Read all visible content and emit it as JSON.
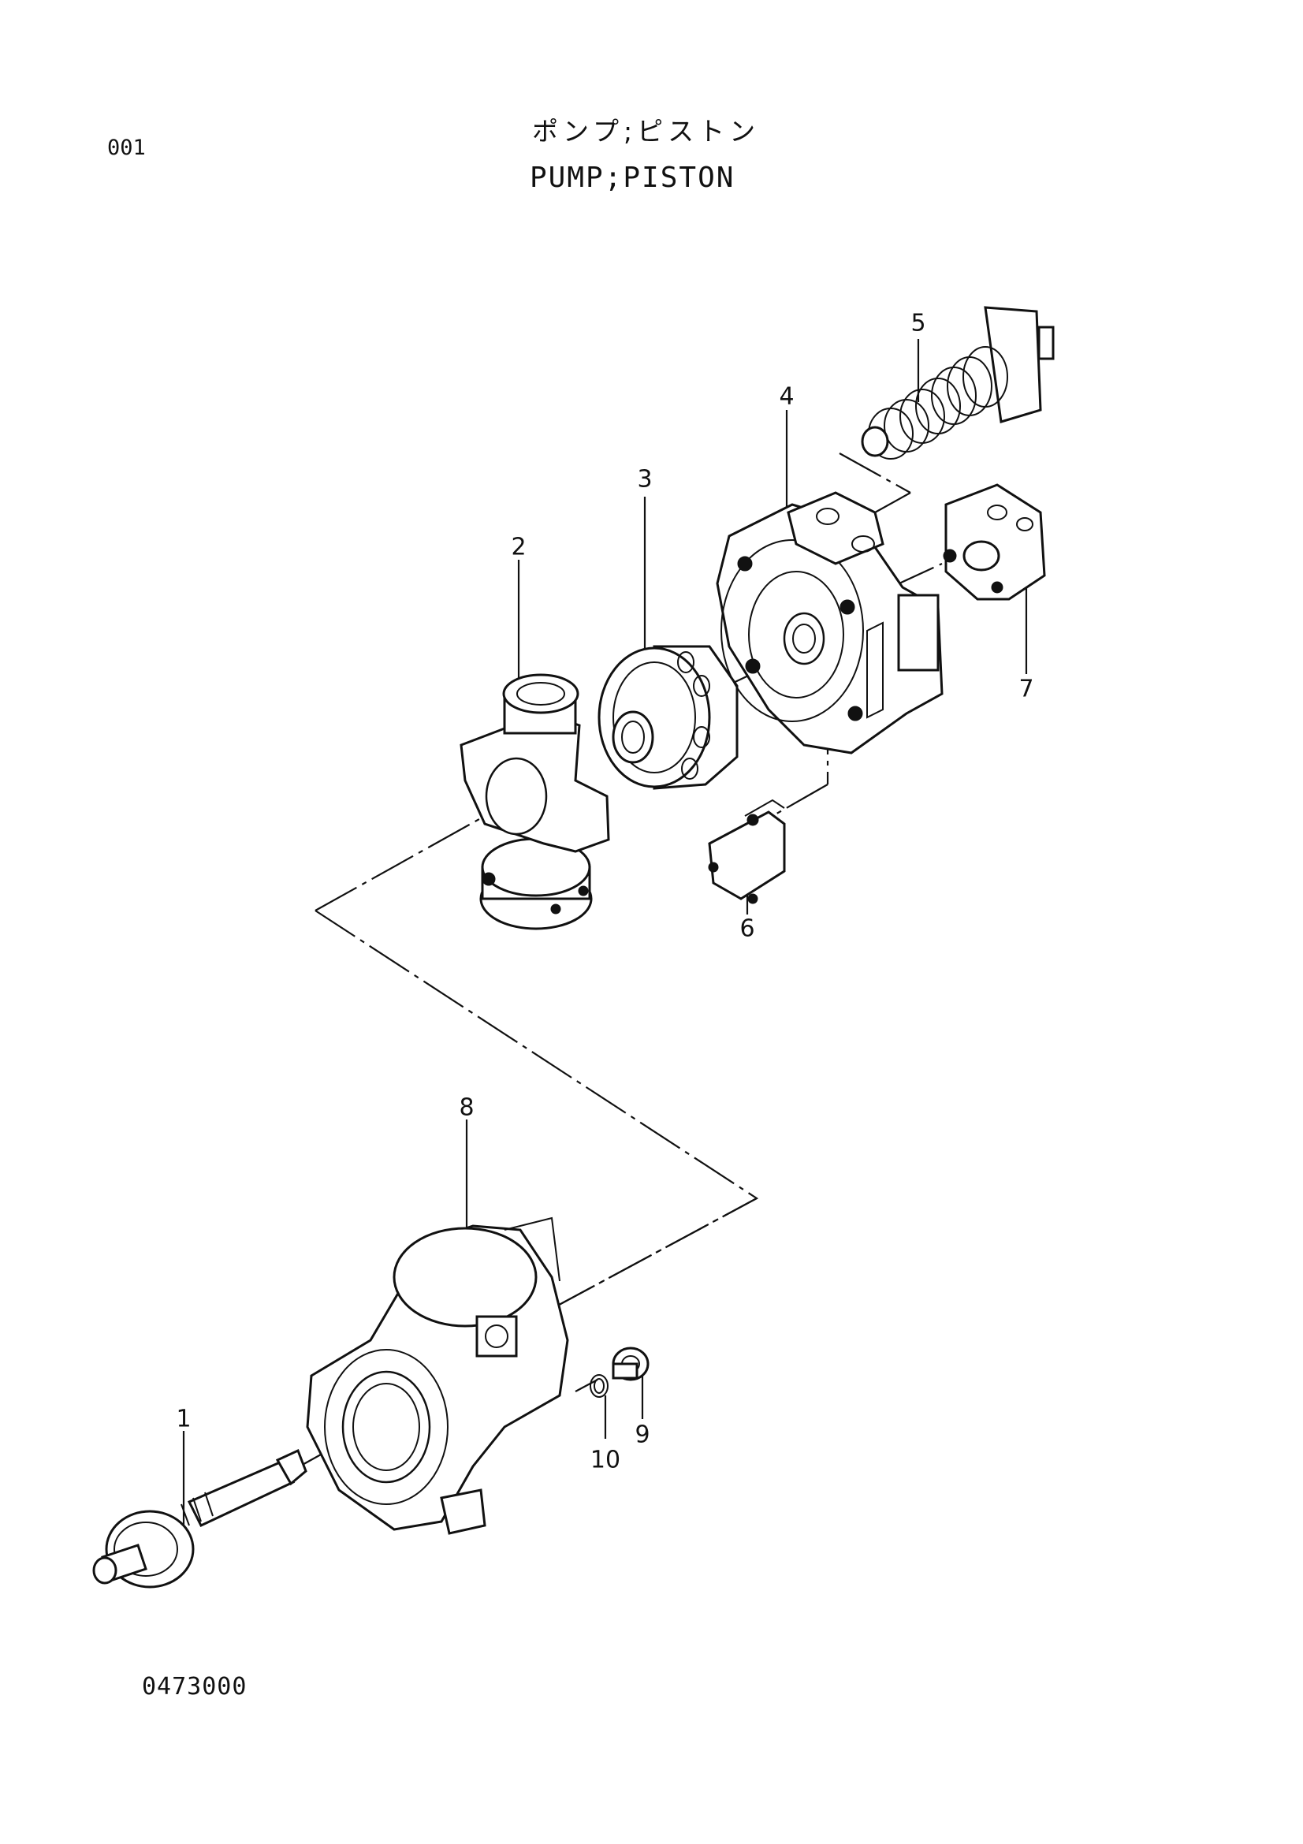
{
  "page_number": "001",
  "title_jp": "ポンプ;ピストン",
  "title_en": "PUMP;PISTON",
  "drawing_number": "0473000",
  "callouts": [
    "1",
    "2",
    "3",
    "4",
    "5",
    "6",
    "7",
    "8",
    "9",
    "10"
  ],
  "parts": [
    {
      "no": "1",
      "part": "shaft-icon"
    },
    {
      "no": "2",
      "part": "swash-plate-icon"
    },
    {
      "no": "3",
      "part": "cylinder-block-icon"
    },
    {
      "no": "4",
      "part": "valve-cover-icon"
    },
    {
      "no": "5",
      "part": "spring-piston-icon"
    },
    {
      "no": "6",
      "part": "regulator-valve-icon"
    },
    {
      "no": "7",
      "part": "control-valve-icon"
    },
    {
      "no": "8",
      "part": "pump-housing-icon"
    },
    {
      "no": "9",
      "part": "plug-icon"
    },
    {
      "no": "10",
      "part": "o-ring-icon"
    }
  ]
}
